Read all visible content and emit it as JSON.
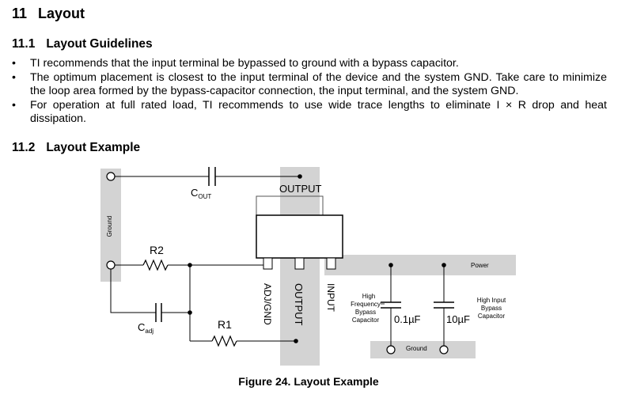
{
  "section": {
    "number": "11",
    "title": "Layout"
  },
  "guidelines": {
    "number": "11.1",
    "title": "Layout Guidelines",
    "bullets": [
      "TI recommends that the input terminal be bypassed to ground with a bypass capacitor.",
      "The optimum placement is closest to the input terminal of the device and the system GND. Take care to minimize the loop area formed by the bypass-capacitor connection, the input terminal, and the system GND.",
      "For operation at full rated load, TI recommends to use wide trace lengths to eliminate I × R drop and heat dissipation."
    ]
  },
  "example": {
    "number": "11.2",
    "title": "Layout Example"
  },
  "figure": {
    "labels": {
      "cout_main": "C",
      "cout_sub": "OUT",
      "output_top": "OUTPUT",
      "ground_left": "Ground",
      "r2": "R2",
      "r1": "R1",
      "cadj_main": "C",
      "cadj_sub": "adj",
      "pin_adj": "ADJ/GND",
      "pin_output": "OUTPUT",
      "pin_input": "INPUT",
      "power": "Power",
      "ground_bottom": "Ground",
      "cap_hf_value": "0.1µF",
      "cap_hi_value": "10µF",
      "cap_hf_desc": [
        "High",
        "Frequency",
        "Bypass",
        "Capacitor"
      ],
      "cap_hi_desc": [
        "High Input",
        "Bypass",
        "Capacitor"
      ]
    },
    "caption": "Figure 24.  Layout Example"
  }
}
